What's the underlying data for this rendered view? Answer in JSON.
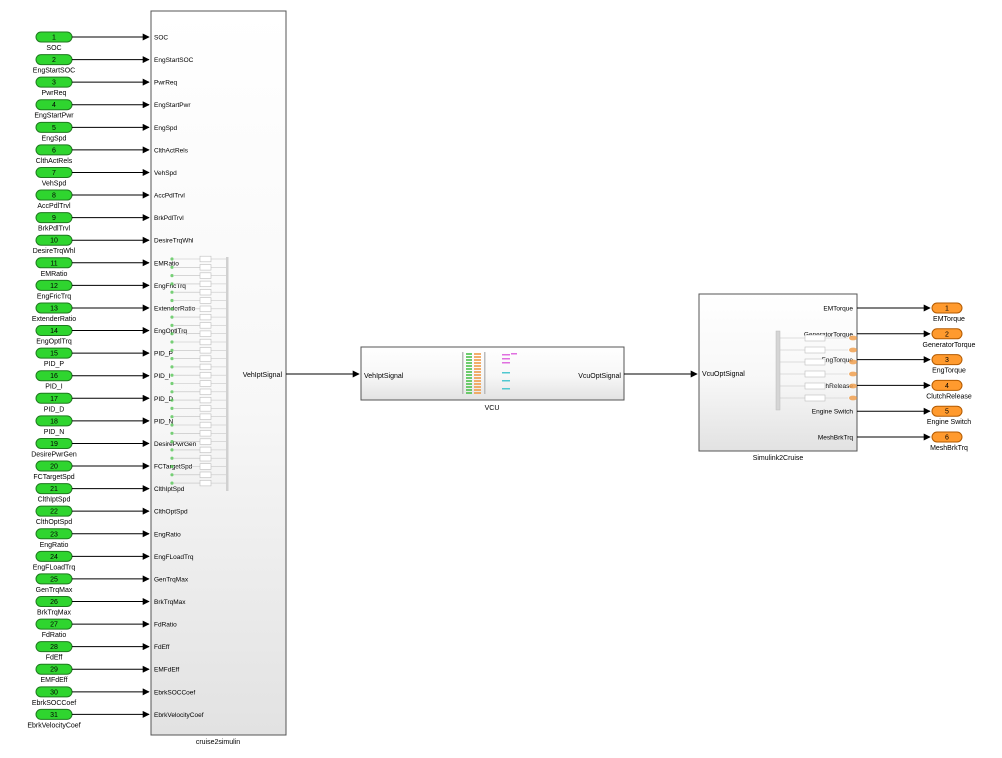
{
  "colors": {
    "inport_fill": "#2fd52f",
    "inport_stroke": "#1f7a1f",
    "outport_fill": "#ff9a2e",
    "outport_stroke": "#b35a00",
    "line": "#000000",
    "block_stroke": "#555555",
    "mini_green": "#55c455",
    "mini_orange": "#f0a050",
    "mini_pink": "#e070e0",
    "mini_cyan": "#50c8d0"
  },
  "blocks": {
    "cruise2simulin": {
      "name": "cruise2simulin",
      "output_label": "VehIptSignal"
    },
    "vcu": {
      "name": "VCU",
      "input_label": "VehIptSignal",
      "output_label": "VcuOptSignal"
    },
    "simulink2cruise": {
      "name": "Simulink2Cruise",
      "input_label": "VcuOptSignal",
      "outputs": [
        "EMTorque",
        "GeneratorTorque",
        "EngTorque",
        "ClutchRelease",
        "Engine Switch",
        "MeshBrkTrq"
      ]
    }
  },
  "inports": [
    {
      "num": "1",
      "name": "SOC"
    },
    {
      "num": "2",
      "name": "EngStartSOC"
    },
    {
      "num": "3",
      "name": "PwrReq"
    },
    {
      "num": "4",
      "name": "EngStartPwr"
    },
    {
      "num": "5",
      "name": "EngSpd"
    },
    {
      "num": "6",
      "name": "ClthActRels"
    },
    {
      "num": "7",
      "name": "VehSpd"
    },
    {
      "num": "8",
      "name": "AccPdlTrvl"
    },
    {
      "num": "9",
      "name": "BrkPdlTrvl"
    },
    {
      "num": "10",
      "name": "DesireTrqWhl"
    },
    {
      "num": "11",
      "name": "EMRatio"
    },
    {
      "num": "12",
      "name": "EngFricTrq"
    },
    {
      "num": "13",
      "name": "ExtenderRatio"
    },
    {
      "num": "14",
      "name": "EngOptlTrq"
    },
    {
      "num": "15",
      "name": "PID_P"
    },
    {
      "num": "16",
      "name": "PID_I"
    },
    {
      "num": "17",
      "name": "PID_D"
    },
    {
      "num": "18",
      "name": "PID_N"
    },
    {
      "num": "19",
      "name": "DesirePwrGen"
    },
    {
      "num": "20",
      "name": "FCTargetSpd"
    },
    {
      "num": "21",
      "name": "ClthIptSpd"
    },
    {
      "num": "22",
      "name": "ClthOptSpd"
    },
    {
      "num": "23",
      "name": "EngRatio"
    },
    {
      "num": "24",
      "name": "EngFLoadTrq"
    },
    {
      "num": "25",
      "name": "GenTrqMax"
    },
    {
      "num": "26",
      "name": "BrkTrqMax"
    },
    {
      "num": "27",
      "name": "FdRatio"
    },
    {
      "num": "28",
      "name": "FdEff"
    },
    {
      "num": "29",
      "name": "EMFdEff"
    },
    {
      "num": "30",
      "name": "EbrkSOCCoef"
    },
    {
      "num": "31",
      "name": "EbrkVelocityCoef"
    }
  ],
  "outports": [
    {
      "num": "1",
      "name": "EMTorque"
    },
    {
      "num": "2",
      "name": "GeneratorTorque"
    },
    {
      "num": "3",
      "name": "EngTorque"
    },
    {
      "num": "4",
      "name": "ClutchRelease"
    },
    {
      "num": "5",
      "name": "Engine Switch"
    },
    {
      "num": "6",
      "name": "MeshBrkTrq"
    }
  ]
}
